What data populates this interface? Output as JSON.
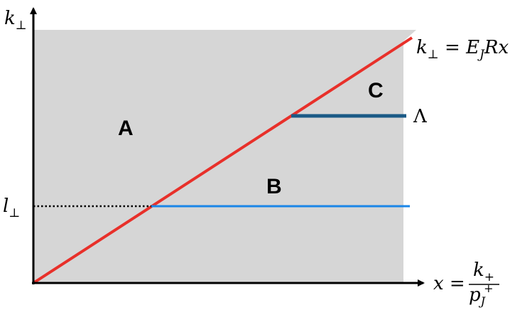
{
  "axes": {
    "y_label_main": "k",
    "y_label_sub": "⊥",
    "x_label": "x =",
    "x_frac_num_main": "k",
    "x_frac_num_sub": "+",
    "x_frac_den_main": "p",
    "x_frac_den_sub": "J",
    "x_frac_den_sup": "+"
  },
  "lines": {
    "diagonal_label": "k⊥ = EJRx",
    "diagonal_label_parts": {
      "k": "k",
      "perp": "⊥",
      "eq": " = ",
      "E": "E",
      "J": "J",
      "Rx": "Rx"
    },
    "lambda_label": "Λ",
    "lperp_main": "l",
    "lperp_sub": "⊥"
  },
  "regions": {
    "a": "A",
    "b": "B",
    "c": "C"
  },
  "colors": {
    "shade": "#d6d6d6",
    "diagonal": "#e8302a",
    "lambda_line": "#1b5a86",
    "lperp_line": "#1a86e8",
    "axes": "#000000"
  }
}
